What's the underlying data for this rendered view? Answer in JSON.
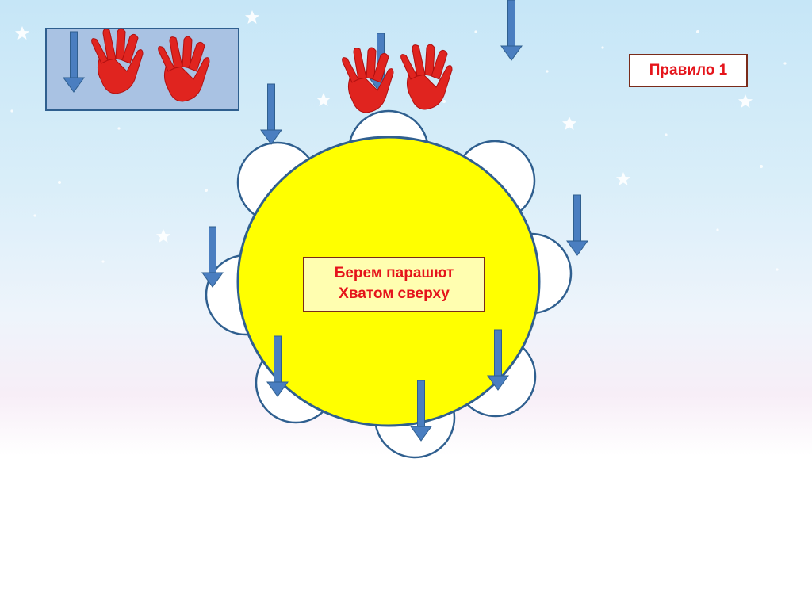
{
  "rule_label": "Правило 1",
  "instruction": {
    "line1": "Берем парашют",
    "line2": "Хватом сверху"
  },
  "colors": {
    "parachute": "#ffff00",
    "outline": "#2f5f8f",
    "arrow": "#4a7ec0",
    "hand": "#e0241f",
    "text": "#e5141b",
    "legend_box": "#a9c2e3"
  },
  "icons": [
    "arrow-down-icon",
    "hand-icon",
    "star-icon"
  ]
}
